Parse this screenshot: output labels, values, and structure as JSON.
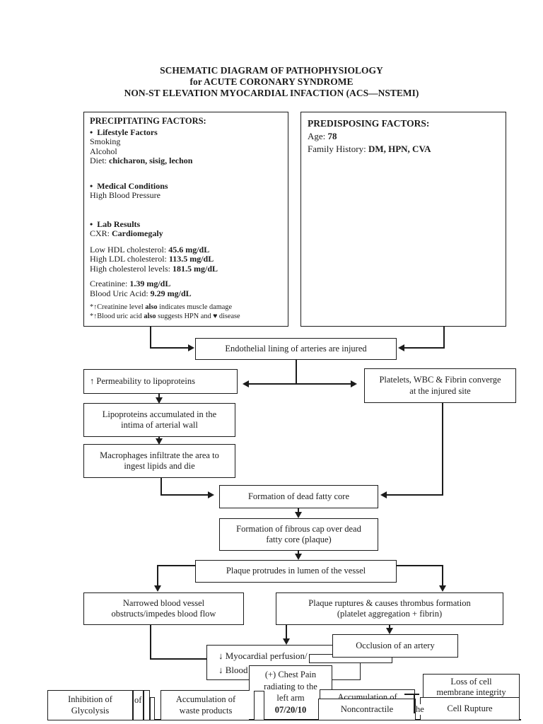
{
  "page": {
    "background_color": "#ffffff",
    "ink_color": "#1c1c1c"
  },
  "title": {
    "line1": "SCHEMATIC DIAGRAM OF PATHOPHYSIOLOGY",
    "line2": "for ACUTE CORONARY SYNDROME",
    "line3": "NON-ST ELEVATION MYOCARDIAL INFACTION (ACS—NSTEMI)"
  },
  "precipitating": {
    "heading": "PRECIPITATING FACTORS:",
    "bullet": "•",
    "lifestyle_heading": "Lifestyle Factors",
    "smoking": "Smoking",
    "alcohol": "Alcohol",
    "diet_label": "Diet: ",
    "diet_value": "chicharon, sisig, lechon",
    "medical_heading": "Medical Conditions",
    "high_bp": "High Blood Pressure",
    "lab_heading": "Lab Results",
    "cxr_label": "CXR: ",
    "cxr_value": "Cardiomegaly",
    "hdl_label": "Low HDL cholesterol: ",
    "hdl_value": "45.6 mg/dL",
    "ldl_label": "High LDL cholesterol: ",
    "ldl_value": "113.5 mg/dL",
    "chol_label": "High cholesterol levels: ",
    "chol_value": "181.5 mg/dL",
    "creatinine_label": "Creatinine: ",
    "creatinine_value": "1.39 mg/dL",
    "uric_label": "Blood Uric Acid: ",
    "uric_value": "9.29 mg/dL",
    "note1_pre": "*↑Creatinine level ",
    "note1_bold": "also",
    "note1_post": " indicates muscle damage",
    "note2_pre": "*↑Blood uric acid ",
    "note2_bold": "also",
    "note2_post": " suggests HPN and ♥ disease"
  },
  "predisposing": {
    "heading": "PREDISPOSING FACTORS:",
    "age_label": "Age: ",
    "age_value": "78",
    "family_label": "Family History: ",
    "family_value": "DM, HPN, CVA"
  },
  "flow": {
    "endothelial": "Endothelial lining of arteries are injured",
    "permeability": "↑ Permeability to lipoproteins",
    "platelets": {
      "l1": "Platelets, WBC & Fibrin converge",
      "l2": "at the injured site"
    },
    "lipoproteins": {
      "l1": "Lipoproteins accumulated in the",
      "l2": "intima of arterial wall"
    },
    "macrophages": {
      "l1": "Macrophages infiltrate the area to",
      "l2": "ingest lipids and die"
    },
    "dead_fatty_core": "Formation of dead fatty core",
    "fibrous_cap": {
      "l1": "Formation of fibrous cap over dead",
      "l2": "fatty core (plaque)"
    },
    "plaque_protrudes": "Plaque protrudes in lumen of the vessel",
    "narrowed": {
      "l1": "Narrowed blood vessel",
      "l2": "obstructs/impedes blood flow"
    },
    "plaque_ruptures": {
      "l1": "Plaque ruptures & causes thrombus formation",
      "l2": "(platelet aggregation + fibrin)"
    },
    "occlusion": "Occlusion of an artery",
    "myocardial": {
      "l1": "↓ Myocardial perfusion/",
      "l2": "↓ Blood flow to myocardium"
    },
    "chest_pain": {
      "l1": "(+) Chest Pain",
      "l2": "radiating to the",
      "l3": "left arm",
      "date": "07/20/10"
    },
    "inhibition": {
      "l1": "Inhibition of",
      "l2": "Glycolysis"
    },
    "accumulation": {
      "l1": "Accumulation of",
      "l2": "waste products"
    },
    "noncontractile": "Noncontractile",
    "loss_membrane": {
      "l1": "Loss of cell",
      "l2": "membrane integrity"
    },
    "cell_rupture": "Cell Rupture"
  },
  "fragments": {
    "of": "of",
    "he": "he",
    "hidden_accumulation": "Accumulation of"
  }
}
